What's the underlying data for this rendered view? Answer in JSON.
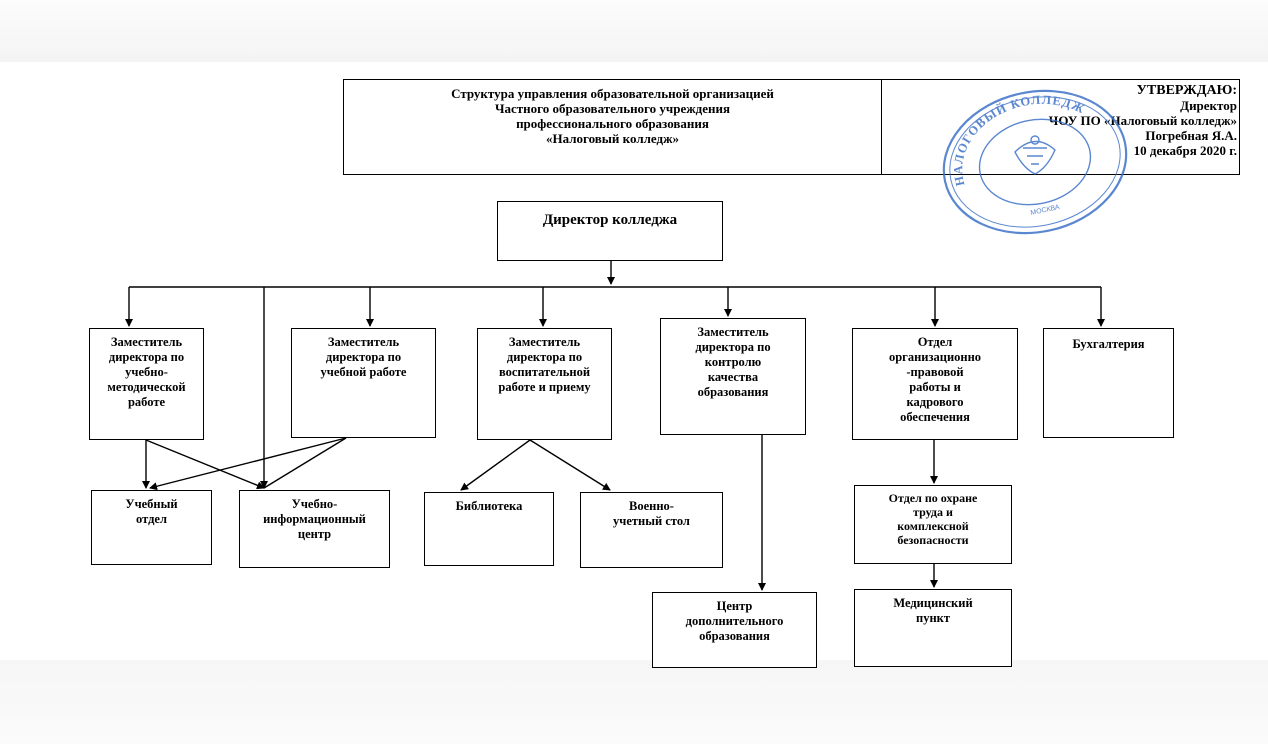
{
  "header": {
    "title_lines": [
      "Структура управления образовательной организацией",
      "Частного образовательного учреждения",
      "профессионального образования",
      "«Налоговый колледж»"
    ],
    "approval": {
      "heading": "УТВЕРЖДАЮ:",
      "position": "Директор",
      "organization": "ЧОУ ПО «Налоговый колледж»",
      "name": "Погребная Я.А.",
      "date": "10 декабря 2020 г."
    }
  },
  "stamp": {
    "main_text": "НАЛОГОВЫЙ КОЛЛЕДЖ",
    "city": "МОСКВА",
    "color": "#3f73c8"
  },
  "nodes": {
    "director": [
      "Директор колледжа"
    ],
    "deputy_methodical": [
      "Заместитель",
      "директора по",
      "учебно-",
      "методической",
      "работе"
    ],
    "deputy_academic": [
      "Заместитель",
      "директора по",
      "учебной работе"
    ],
    "deputy_educational": [
      "Заместитель",
      "директора по",
      "воспитательной",
      "работе и приему"
    ],
    "deputy_quality": [
      "Заместитель",
      "директора по",
      "контролю",
      "качества",
      "образования"
    ],
    "legal_hr_department": [
      "Отдел",
      "организационно",
      "-правовой",
      "работы и",
      "кадрового",
      "обеспечения"
    ],
    "accounting": [
      "Бухгалтерия"
    ],
    "academic_department": [
      "Учебный",
      "отдел"
    ],
    "info_center": [
      "Учебно-",
      "информационный",
      "центр"
    ],
    "library": [
      "Библиотека"
    ],
    "military_desk": [
      "Военно-",
      "учетный стол"
    ],
    "safety_department": [
      "Отдел по охране",
      "труда и",
      "комплексной",
      "безопасности"
    ],
    "continuing_education_center": [
      "Центр",
      "дополнительного",
      "образования"
    ],
    "medical_office": [
      "Медицинский",
      "пункт"
    ]
  }
}
